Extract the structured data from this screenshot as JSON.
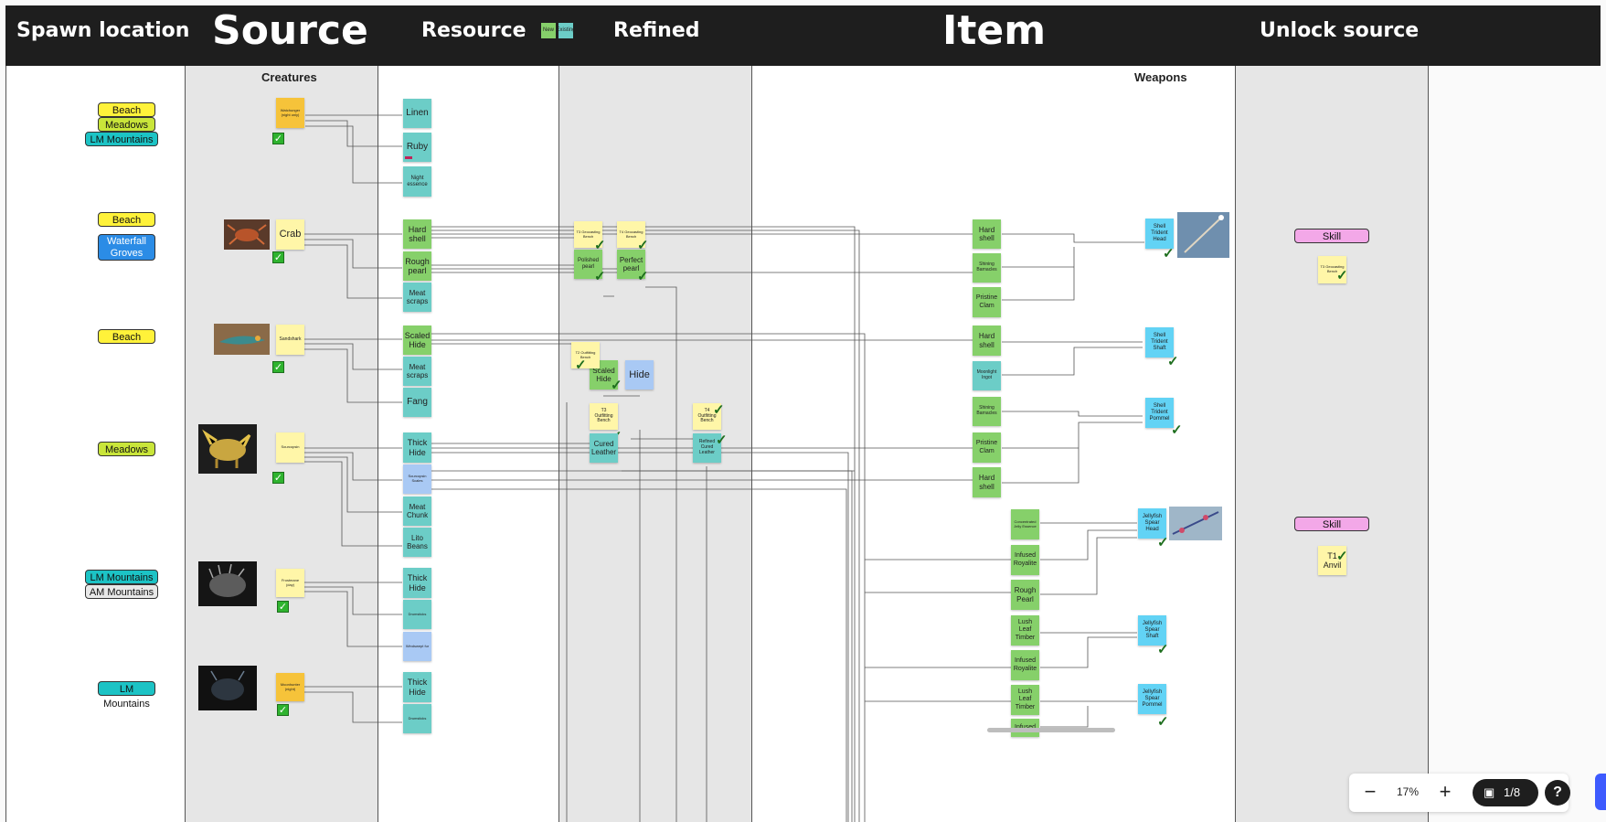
{
  "header": {
    "spawn": "Spawn location",
    "source": "Source",
    "resource": "Resource",
    "refined": "Refined",
    "item": "Item",
    "unlock": "Unlock source",
    "legend_new": "New",
    "legend_existing": "Existing"
  },
  "subheaders": {
    "creatures": "Creatures",
    "weapons": "Weapons"
  },
  "spawn_tags": {
    "g1": [
      "Beach",
      "Meadows",
      "LM Mountains"
    ],
    "g2": [
      "Beach",
      "Waterfall Groves"
    ],
    "g3": [
      "Beach"
    ],
    "g4": [
      "Meadows"
    ],
    "g5": [
      "LM Mountains",
      "AM Mountains"
    ],
    "g6": [
      "LM Mountains"
    ]
  },
  "creatures": [
    "Watchunger (night only)",
    "Crab",
    "Sandshark",
    "Sourcopsin",
    "Frostmane (day)",
    "Moonhunter (night)"
  ],
  "resources": [
    "Linen",
    "Ruby",
    "Night essence",
    "Hard shell",
    "Rough pearl",
    "Meat scraps",
    "Scaled Hide",
    "Meat scraps",
    "Fang",
    "Thick Hide",
    "Sourcopsin Scales",
    "Meat Chunk",
    "Lito Beans",
    "Thick Hide",
    "Drumsticks",
    "Windswept fur",
    "Thick Hide",
    "Drumsticks"
  ],
  "refined": {
    "t3_geo": "T3 Geocasting Bench",
    "t4_geo": "T4 Geocasting Bench",
    "polished_pearl": "Polished pearl",
    "perfect_pearl": "Perfect pearl",
    "t2_outfit": "T2 Outfitting Bench",
    "scaled_hide": "Scaled Hide",
    "hide": "Hide",
    "t3_outfit": "T3 Outfitting Bench",
    "t4_outfit": "T4 Outfitting Bench",
    "cured_leather": "Cured Leather",
    "refined_cured_leather": "Refined Cured Leather"
  },
  "items": [
    "Hard shell",
    "Shining Barnacles",
    "Pristine Clam",
    "Hard shell",
    "Moonlight Ingot",
    "Shining Barnacles",
    "Pristine Clam",
    "Hard shell",
    "Concentrated Jelly Essence",
    "Infused Royalite",
    "Rough Pearl",
    "Lush Leaf Timber",
    "Infused Royalite",
    "Lush Leaf Timber",
    "Infused"
  ],
  "weapons": [
    "Shell Trident Head",
    "Shell Trident Shaft",
    "Shell Trident Pommel",
    "Jellyfish Spear Head",
    "Jellyfish Spear Shaft",
    "Jellyfish Spear Pommel"
  ],
  "unlock": {
    "skill1": "Skill",
    "bench1": "T3 Geocasting Bench",
    "skill2": "Skill",
    "anvil": "T1 Anvil"
  },
  "zoom": {
    "level": "17%",
    "pages": "1/8",
    "help": "?"
  }
}
